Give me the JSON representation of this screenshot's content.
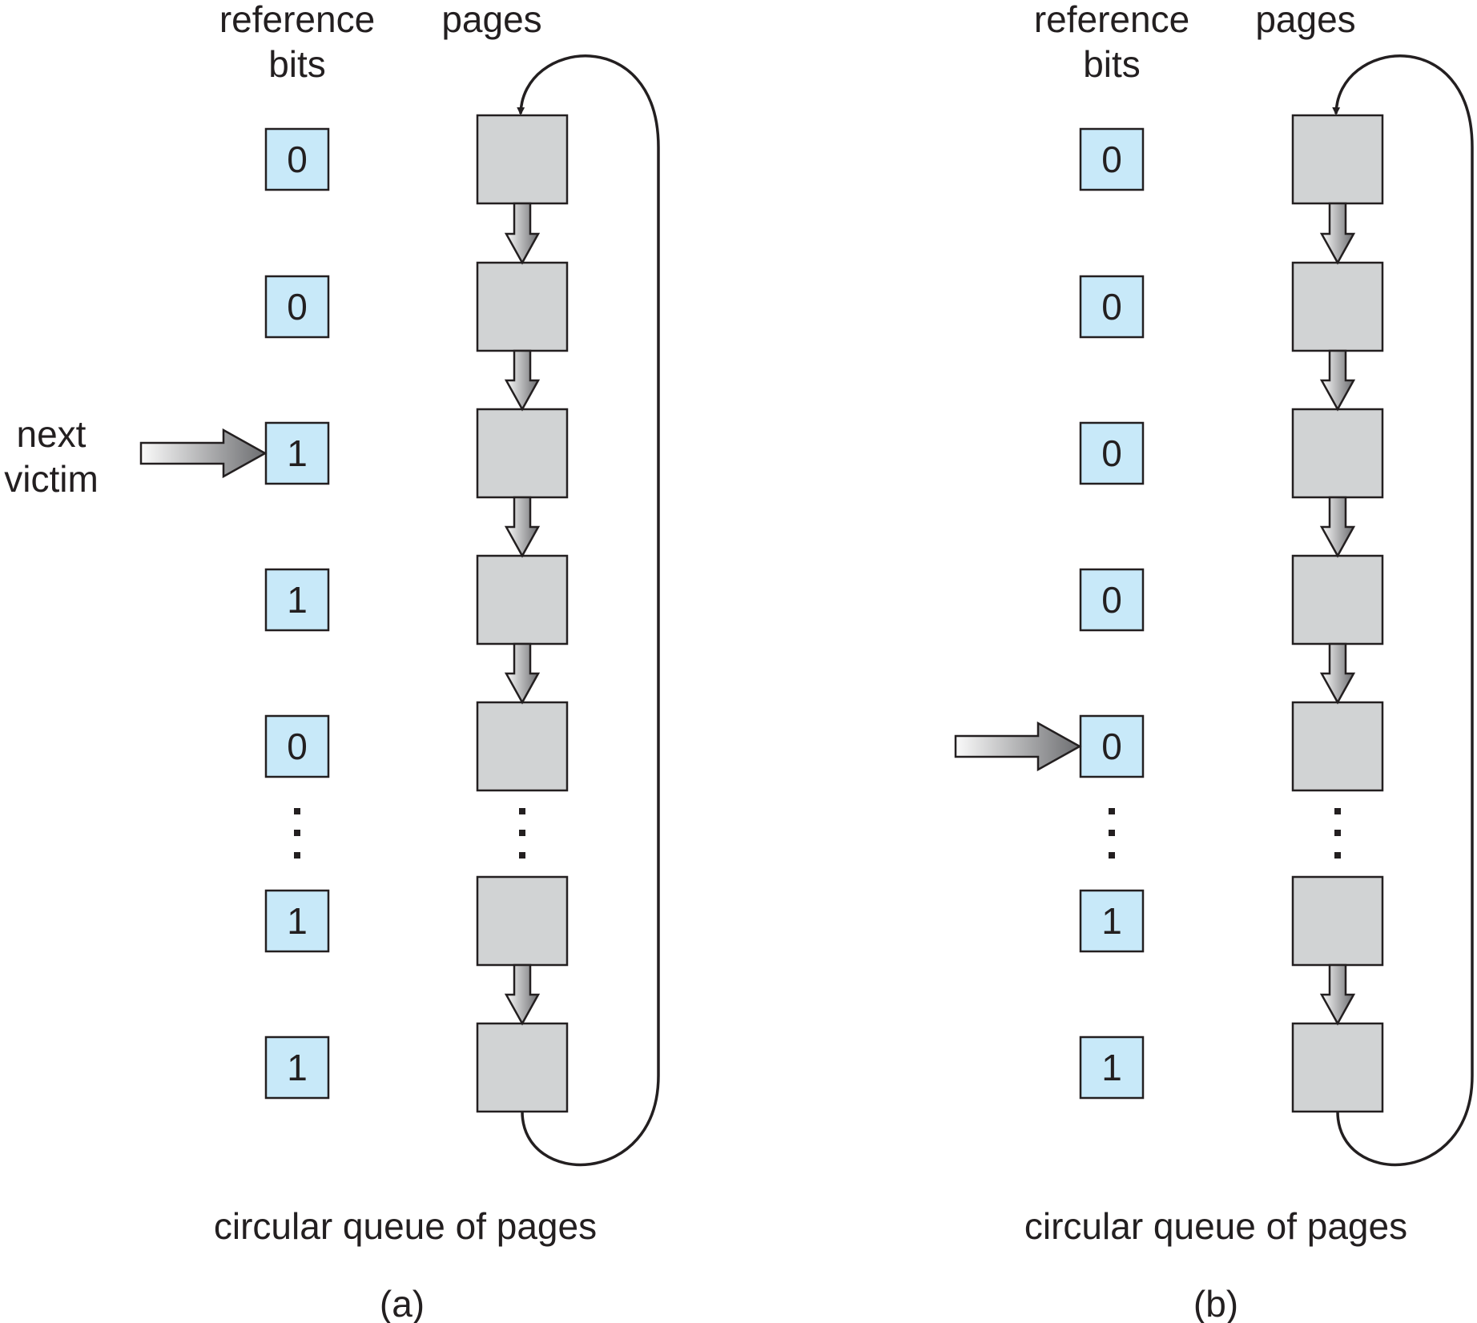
{
  "colors": {
    "bit_fill": "#c8e9f9",
    "page_fill": "#d1d3d4",
    "stroke": "#231f20",
    "arrow_light": "#fafafa",
    "arrow_dark": "#6d6e71"
  },
  "icons": {
    "pointer": "block-arrow-right",
    "link": "block-arrow-down",
    "wrap": "curved-return-arrow"
  },
  "panels": [
    {
      "id": "a",
      "ref_bits_header": [
        "reference",
        "bits"
      ],
      "pages_header": "pages",
      "bits_top": [
        "0",
        "0",
        "1",
        "1",
        "0"
      ],
      "bits_bottom": [
        "1",
        "1"
      ],
      "pointer_index": 2,
      "pointer_label": [
        "next",
        "victim"
      ],
      "caption": "circular queue of pages",
      "panel_label": "(a)"
    },
    {
      "id": "b",
      "ref_bits_header": [
        "reference",
        "bits"
      ],
      "pages_header": "pages",
      "bits_top": [
        "0",
        "0",
        "0",
        "0",
        "0"
      ],
      "bits_bottom": [
        "1",
        "1"
      ],
      "pointer_index": 4,
      "pointer_label": [
        "",
        ""
      ],
      "caption": "circular queue of pages",
      "panel_label": "(b)"
    }
  ]
}
